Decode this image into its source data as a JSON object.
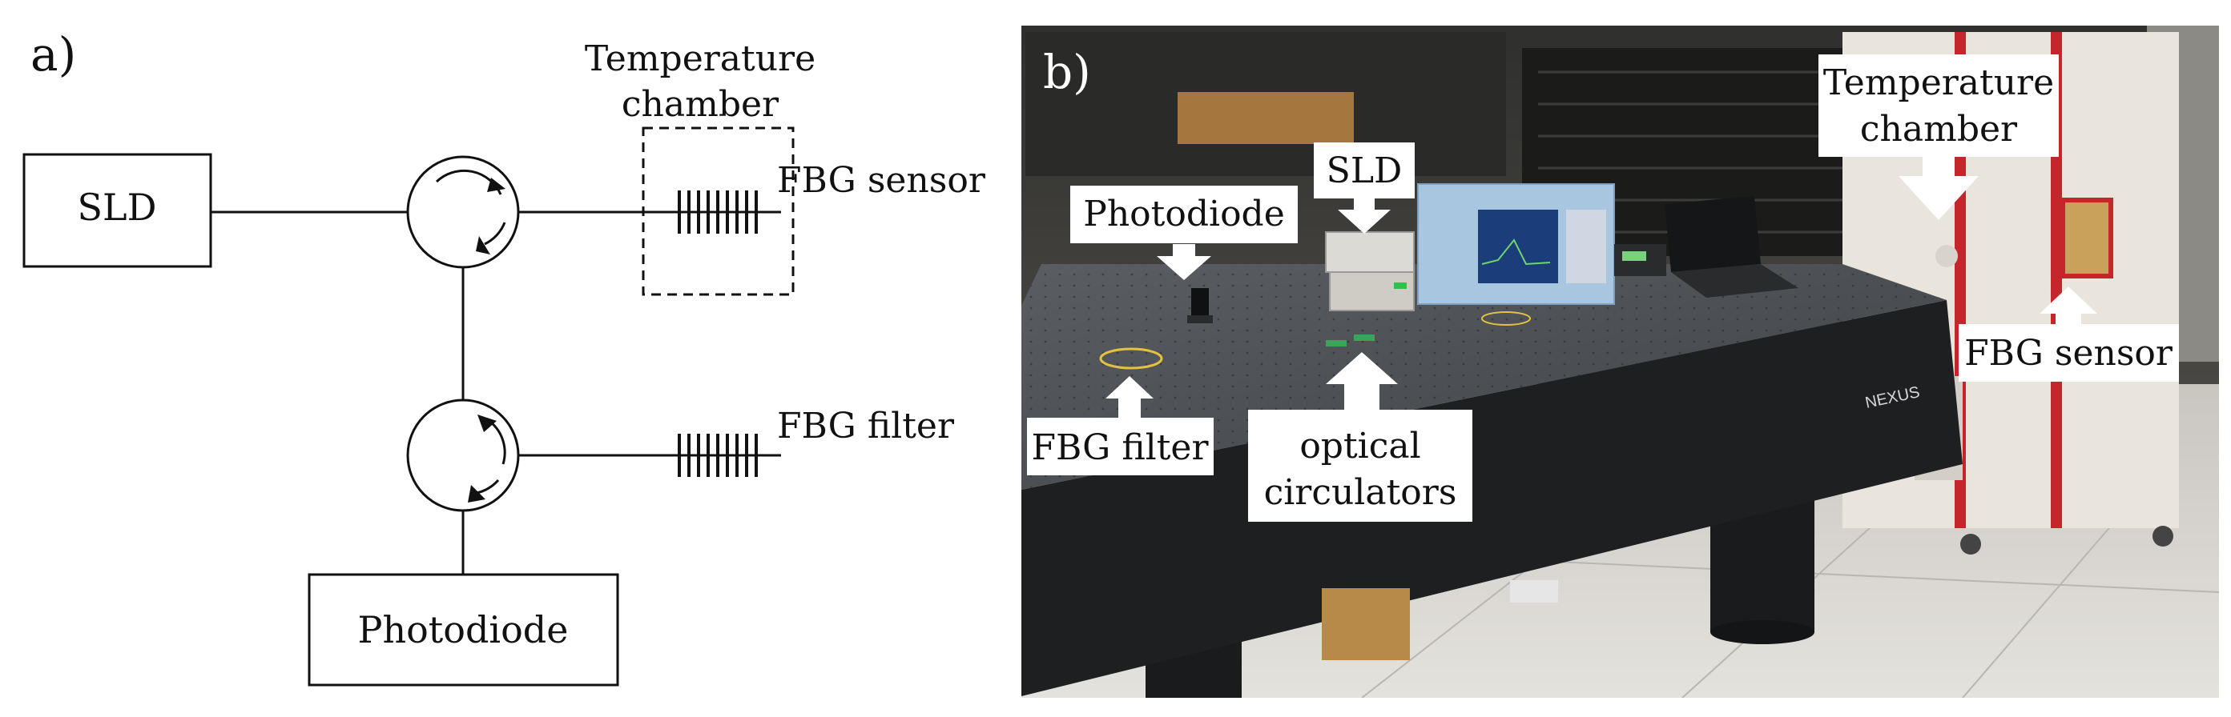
{
  "panel_a": {
    "label": "a)",
    "sld_label": "SLD",
    "photodiode_label": "Photodiode",
    "chamber_label_line1": "Temperature",
    "chamber_label_line2": "chamber",
    "fbg_sensor_label": "FBG sensor",
    "fbg_filter_label": "FBG filter"
  },
  "panel_b": {
    "label": "b)",
    "callouts": {
      "photodiode": "Photodiode",
      "sld": "SLD",
      "chamber_line1": "Temperature",
      "chamber_line2": "chamber",
      "fbg_sensor": "FBG sensor",
      "fbg_filter": "FBG filter",
      "circulators_line1": "optical",
      "circulators_line2": "circulators"
    },
    "brand_text": "NEXUS",
    "colors": {
      "table_top": "#4a4d50",
      "table_side": "#1d1f21",
      "floor": "#d6d4cf",
      "wall": "#3a3a38",
      "chamber_body": "#e9e5dd",
      "chamber_stripe": "#c4262b",
      "analyzer_blue": "#a9c6e0"
    }
  }
}
